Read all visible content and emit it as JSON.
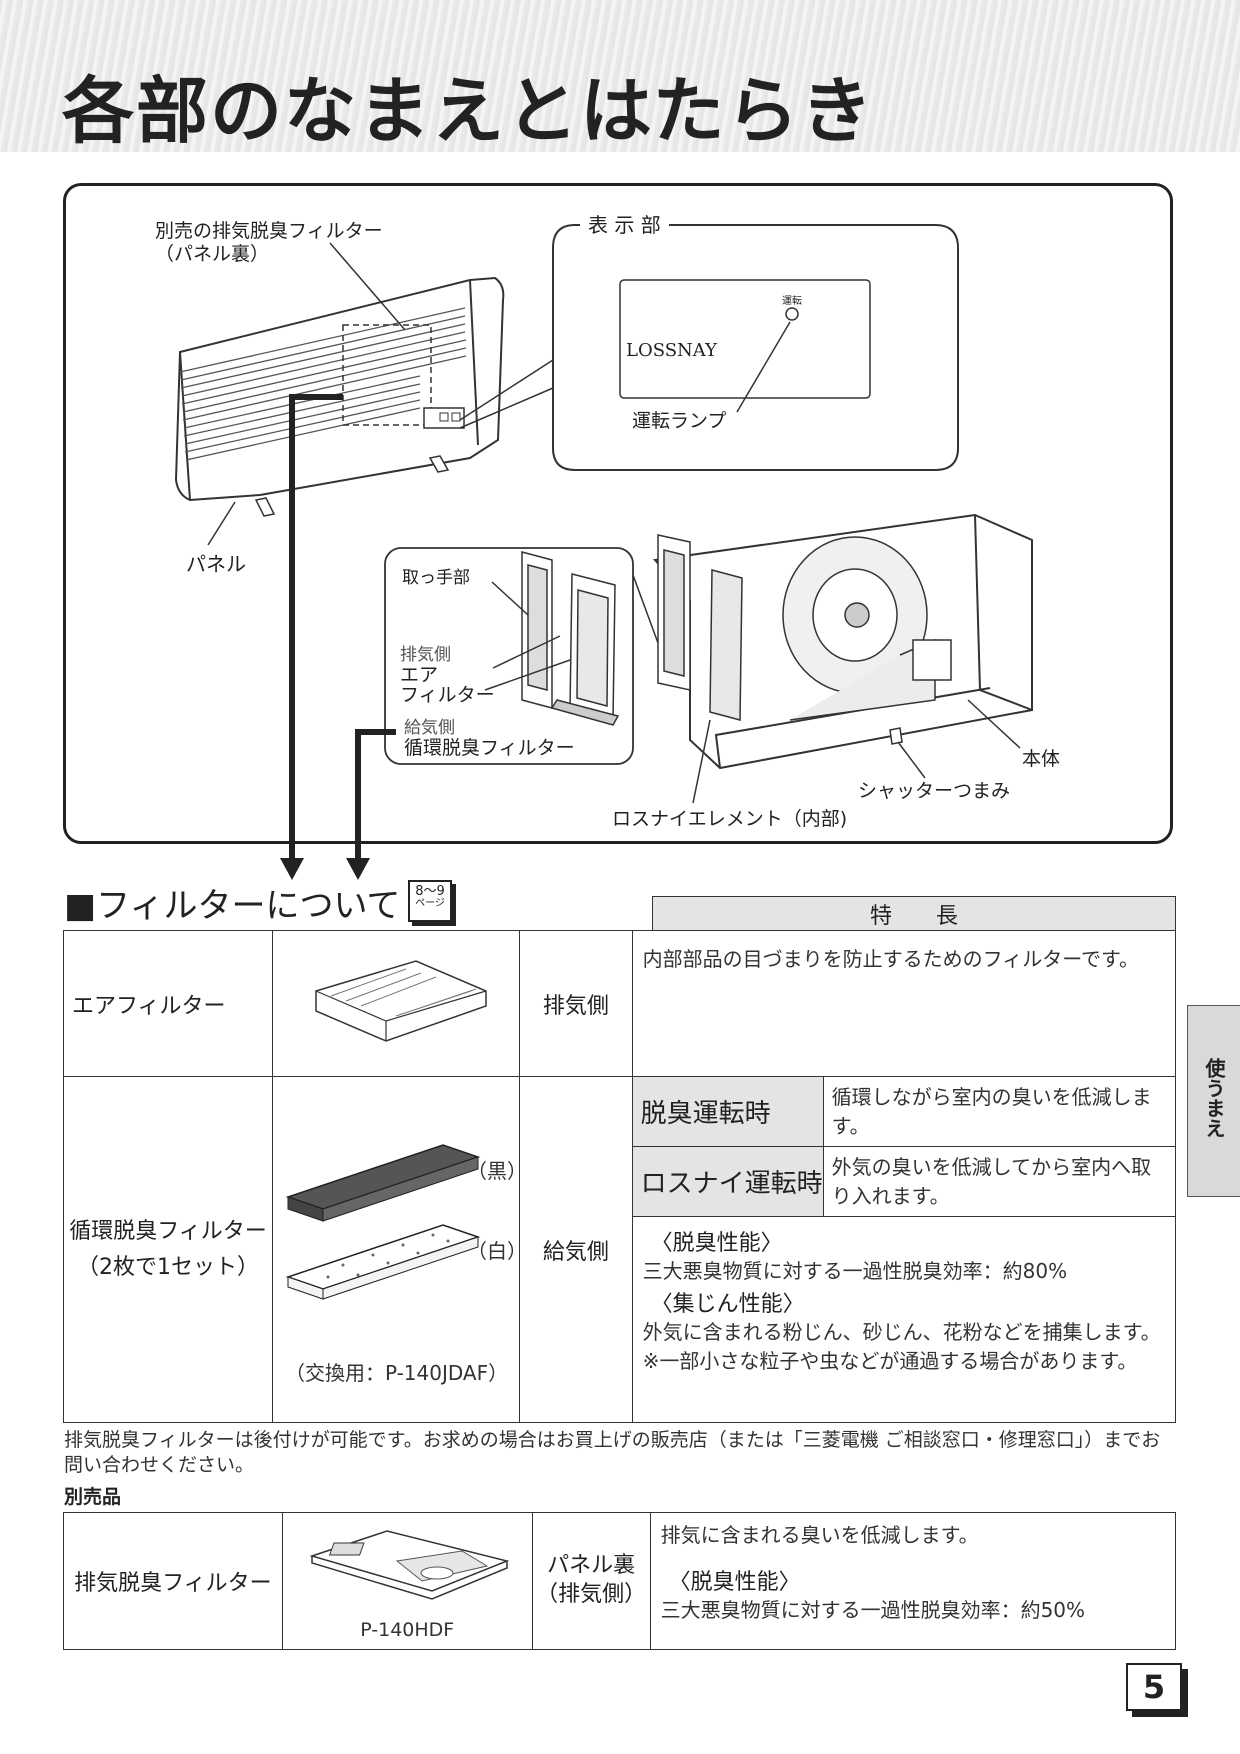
{
  "title": "各部のなまえとはたらき",
  "diagram": {
    "label_exhaust_filter_line1": "別売の排気脱臭フィルター",
    "label_exhaust_filter_line2": "（パネル裏）",
    "label_panel": "パネル",
    "display_section": "表 示 部",
    "display_lamp_small": "運転",
    "logo": "LOSSNAY",
    "label_lamp": "運転ランプ",
    "label_handle": "取っ手部",
    "label_exhaust_side": "排気側",
    "label_air": "エア",
    "label_filter": "フィルター",
    "label_supply_side": "給気側",
    "label_circ_filter": "循環脱臭フィルター",
    "label_body": "本体",
    "label_shutter": "シャッターつまみ",
    "label_element": "ロスナイエレメント（内部)"
  },
  "filter_section": {
    "heading": "■フィルターについて",
    "page_ref_top": "8〜9",
    "page_ref_bottom": "ページ",
    "feature_header": "特　　長",
    "rows": [
      {
        "name": "エアフィルター",
        "side": "排気側",
        "desc": "内部部品の目づまりを防止するためのフィルターです。"
      },
      {
        "name_line1": "循環脱臭フィルター",
        "name_line2": "（2枚で1セット）",
        "black_label": "（黒）",
        "white_label": "（白）",
        "replacement": "（交換用：P-140JDAF）",
        "side": "給気側",
        "mode1_name": "脱臭運転時",
        "mode1_desc": "循環しながら室内の臭いを低減します。",
        "mode2_name": "ロスナイ運転時",
        "mode2_desc": "外気の臭いを低減してから室内へ取り入れます。",
        "perf_title": "〈脱臭性能〉",
        "perf_desc": "三大悪臭物質に対する一過性脱臭効率：約80%",
        "dust_title": "〈集じん性能〉",
        "dust_desc": "外気に含まれる粉じん、砂じん、花粉などを捕集します。",
        "dust_note": "※一部小さな粒子や虫などが通過する場合があります。"
      }
    ],
    "note": "排気脱臭フィルターは後付けが可能です。お求めの場合はお買上げの販売店（または「三菱電機 ご相談窓口・修理窓口」）までお問い合わせください。",
    "optional_label": "別売品",
    "optional": {
      "name": "排気脱臭フィルター",
      "model": "P-140HDF",
      "side_line1": "パネル裏",
      "side_line2": "（排気側）",
      "desc": "排気に含まれる臭いを低減します。",
      "perf_title": "〈脱臭性能〉",
      "perf_desc": "三大悪臭物質に対する一過性脱臭効率：約50%"
    }
  },
  "side_tab": "使うまえ",
  "page_number": "5"
}
